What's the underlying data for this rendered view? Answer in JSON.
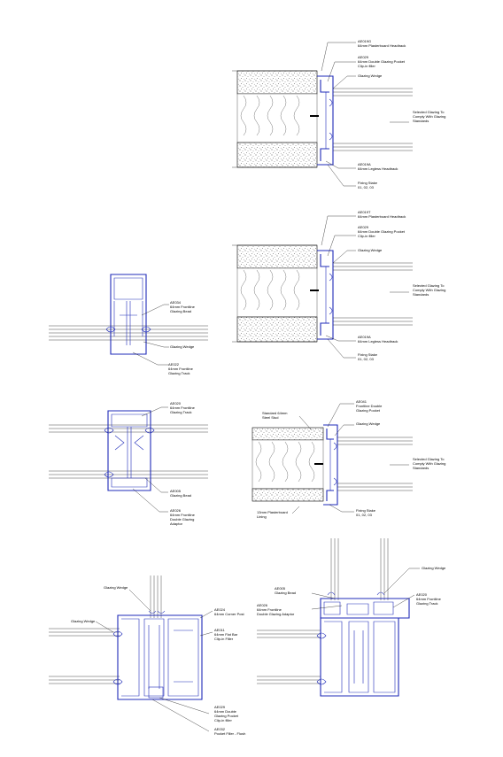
{
  "drawings": [
    {
      "id": "detail-1",
      "labels": [
        {
          "lines": [
            "AE019G",
            "64mm Plasterboard Headtrack"
          ]
        },
        {
          "lines": [
            "AE029",
            "64mm Double Glazing Pocket",
            "Clip-in filler"
          ]
        },
        {
          "lines": [
            "Glazing Wedge"
          ]
        },
        {
          "lines": [
            "Selected Glazing To",
            "Comply With Glazing",
            "Standards"
          ]
        },
        {
          "lines": [
            "AE019A",
            "64mm Legless Headtrack"
          ]
        },
        {
          "lines": [
            "Fixing Stake",
            "01, 02, 03"
          ]
        }
      ]
    },
    {
      "id": "detail-2",
      "labels": [
        {
          "lines": [
            "AE019T",
            "64mm Plasterboard Headtrack"
          ]
        },
        {
          "lines": [
            "AE029",
            "64mm Double Glazing Pocket",
            "Clip-in filler"
          ]
        },
        {
          "lines": [
            "Glazing Wedge"
          ]
        },
        {
          "lines": [
            "Selected Glazing To",
            "Comply With Glazing",
            "Standards"
          ]
        },
        {
          "lines": [
            "AE019A",
            "64mm Legless Headtrack"
          ]
        },
        {
          "lines": [
            "Fixing Stake",
            "01, 02, 03"
          ]
        }
      ]
    },
    {
      "id": "detail-3",
      "labels": [
        {
          "lines": [
            "AE034",
            "64mm Frontline",
            "Glazing Bead"
          ]
        },
        {
          "lines": [
            "Glazing Wedge"
          ]
        },
        {
          "lines": [
            "AE022",
            "64mm Frontline",
            "Glazing Track"
          ]
        }
      ]
    },
    {
      "id": "detail-4",
      "labels": [
        {
          "lines": [
            "AE020",
            "64mm Frontline",
            "Glazing Track"
          ]
        },
        {
          "lines": [
            "AE005",
            "Glazing Bead"
          ]
        },
        {
          "lines": [
            "AE026",
            "64mm Frontline",
            "Double Glazing",
            "Adaptor"
          ]
        }
      ]
    },
    {
      "id": "detail-5",
      "labels": [
        {
          "lines": [
            "Standard 64mm",
            "Steel Stud"
          ]
        },
        {
          "lines": [
            "AE041",
            "Frontline Double",
            "Glazing Pocket"
          ]
        },
        {
          "lines": [
            "Glazing Wedge"
          ]
        },
        {
          "lines": [
            "Selected Glazing To",
            "Comply With Glazing",
            "Standards"
          ]
        },
        {
          "lines": [
            "13mm Plasterboard",
            "Lining"
          ]
        },
        {
          "lines": [
            "Fixing Stake",
            "01, 02, 03"
          ]
        }
      ]
    },
    {
      "id": "detail-6",
      "labels": [
        {
          "lines": [
            "Glazing Wedge"
          ]
        },
        {
          "lines": [
            "Glazing Wedge"
          ]
        },
        {
          "lines": [
            "AE024",
            "64mm Corner Post"
          ]
        },
        {
          "lines": [
            "AE011",
            "64mm Flat Bar",
            "Clip-in Filler"
          ]
        },
        {
          "lines": [
            "AE029",
            "64mm Double",
            "Glazing Pocket",
            "Clip-in filler"
          ]
        },
        {
          "lines": [
            "AE032",
            "Pocket Filler - Flush"
          ]
        }
      ]
    },
    {
      "id": "detail-7",
      "labels": [
        {
          "lines": [
            "Glazing Wedge"
          ]
        },
        {
          "lines": [
            "AE005",
            "Glazing Bead"
          ]
        },
        {
          "lines": [
            "AE020",
            "64mm Frontline",
            "Glazing Track"
          ]
        },
        {
          "lines": [
            "AE026",
            "64mm Frontline",
            "Double Glazing Adaptor"
          ]
        }
      ]
    }
  ],
  "colors": {
    "profile": "#1f2bb8",
    "line": "#000000",
    "wall_fill": "#ffffff"
  }
}
